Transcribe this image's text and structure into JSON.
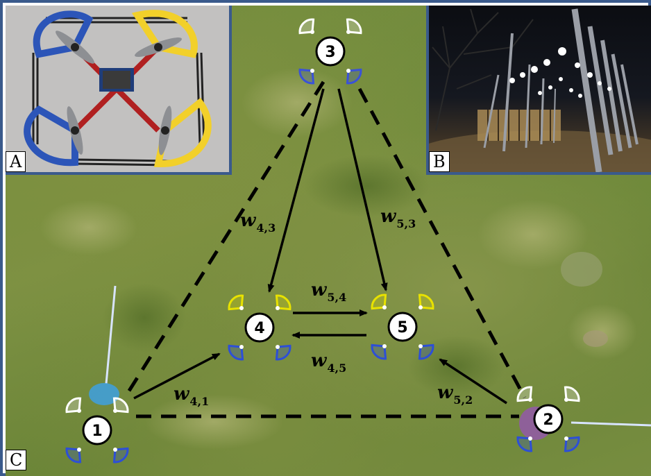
{
  "panels": {
    "a": {
      "label": "A"
    },
    "b": {
      "label": "B"
    },
    "c": {
      "label": "C"
    }
  },
  "nodes": [
    {
      "id": "1",
      "label": "1"
    },
    {
      "id": "2",
      "label": "2"
    },
    {
      "id": "3",
      "label": "3"
    },
    {
      "id": "4",
      "label": "4"
    },
    {
      "id": "5",
      "label": "5"
    }
  ],
  "weights": [
    {
      "id": "w43",
      "symbol": "w",
      "sub": "4,3"
    },
    {
      "id": "w53",
      "symbol": "w",
      "sub": "5,3"
    },
    {
      "id": "w54",
      "symbol": "w",
      "sub": "5,4"
    },
    {
      "id": "w45",
      "symbol": "w",
      "sub": "4,5"
    },
    {
      "id": "w41",
      "symbol": "w",
      "sub": "4,1"
    },
    {
      "id": "w52",
      "symbol": "w",
      "sub": "5,2"
    }
  ],
  "colors": {
    "frame": "#3a5a8c",
    "grass": "#768c3f",
    "drone_front": "#e8e200",
    "drone_rear": "#2d4fd6",
    "arrow": "#000000"
  }
}
